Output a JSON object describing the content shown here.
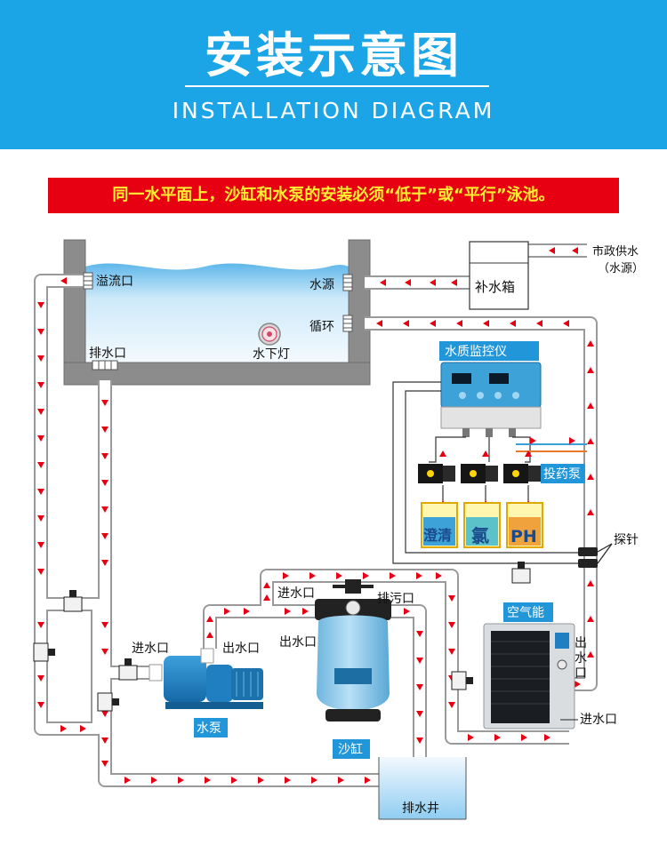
{
  "header": {
    "title_cn": "安装示意图",
    "title_en": "INSTALLATION  DIAGRAM"
  },
  "warning": "同一水平面上，沙缸和水泵的安装必须“低于”或“平行”泳池。",
  "labels": {
    "overflow": "溢流口",
    "water_source": "水源",
    "circulation": "循环",
    "underwater_light": "水下灯",
    "drain": "排水口",
    "makeup_tank": "补水箱",
    "city_supply": "市政供水",
    "city_supply_sub": "（水源）",
    "monitor": "水质监控仪",
    "dosing_pump": "投药泵",
    "tank_clarify": "澄清",
    "tank_chlorine": "氯",
    "tank_ph": "PH",
    "probe": "探针",
    "air_energy": "空气能",
    "outlet_v1": "出",
    "outlet_v2": "水",
    "outlet_v3": "口",
    "inlet_right": "进水口",
    "pump_inlet": "进水口",
    "pump_outlet": "出水口",
    "pump": "水泵",
    "filter_inlet": "进水口",
    "filter_outlet": "出水口",
    "filter_waste": "排污口",
    "sand_filter": "沙缸",
    "drain_well": "排水井"
  },
  "colors": {
    "header_bg": "#1ba5e6",
    "warning_bg": "#e60012",
    "warning_text": "#ffef33",
    "arrow": "#e60012",
    "label_bg": "#2196d8",
    "pipe_border": "#9a9a9a"
  }
}
